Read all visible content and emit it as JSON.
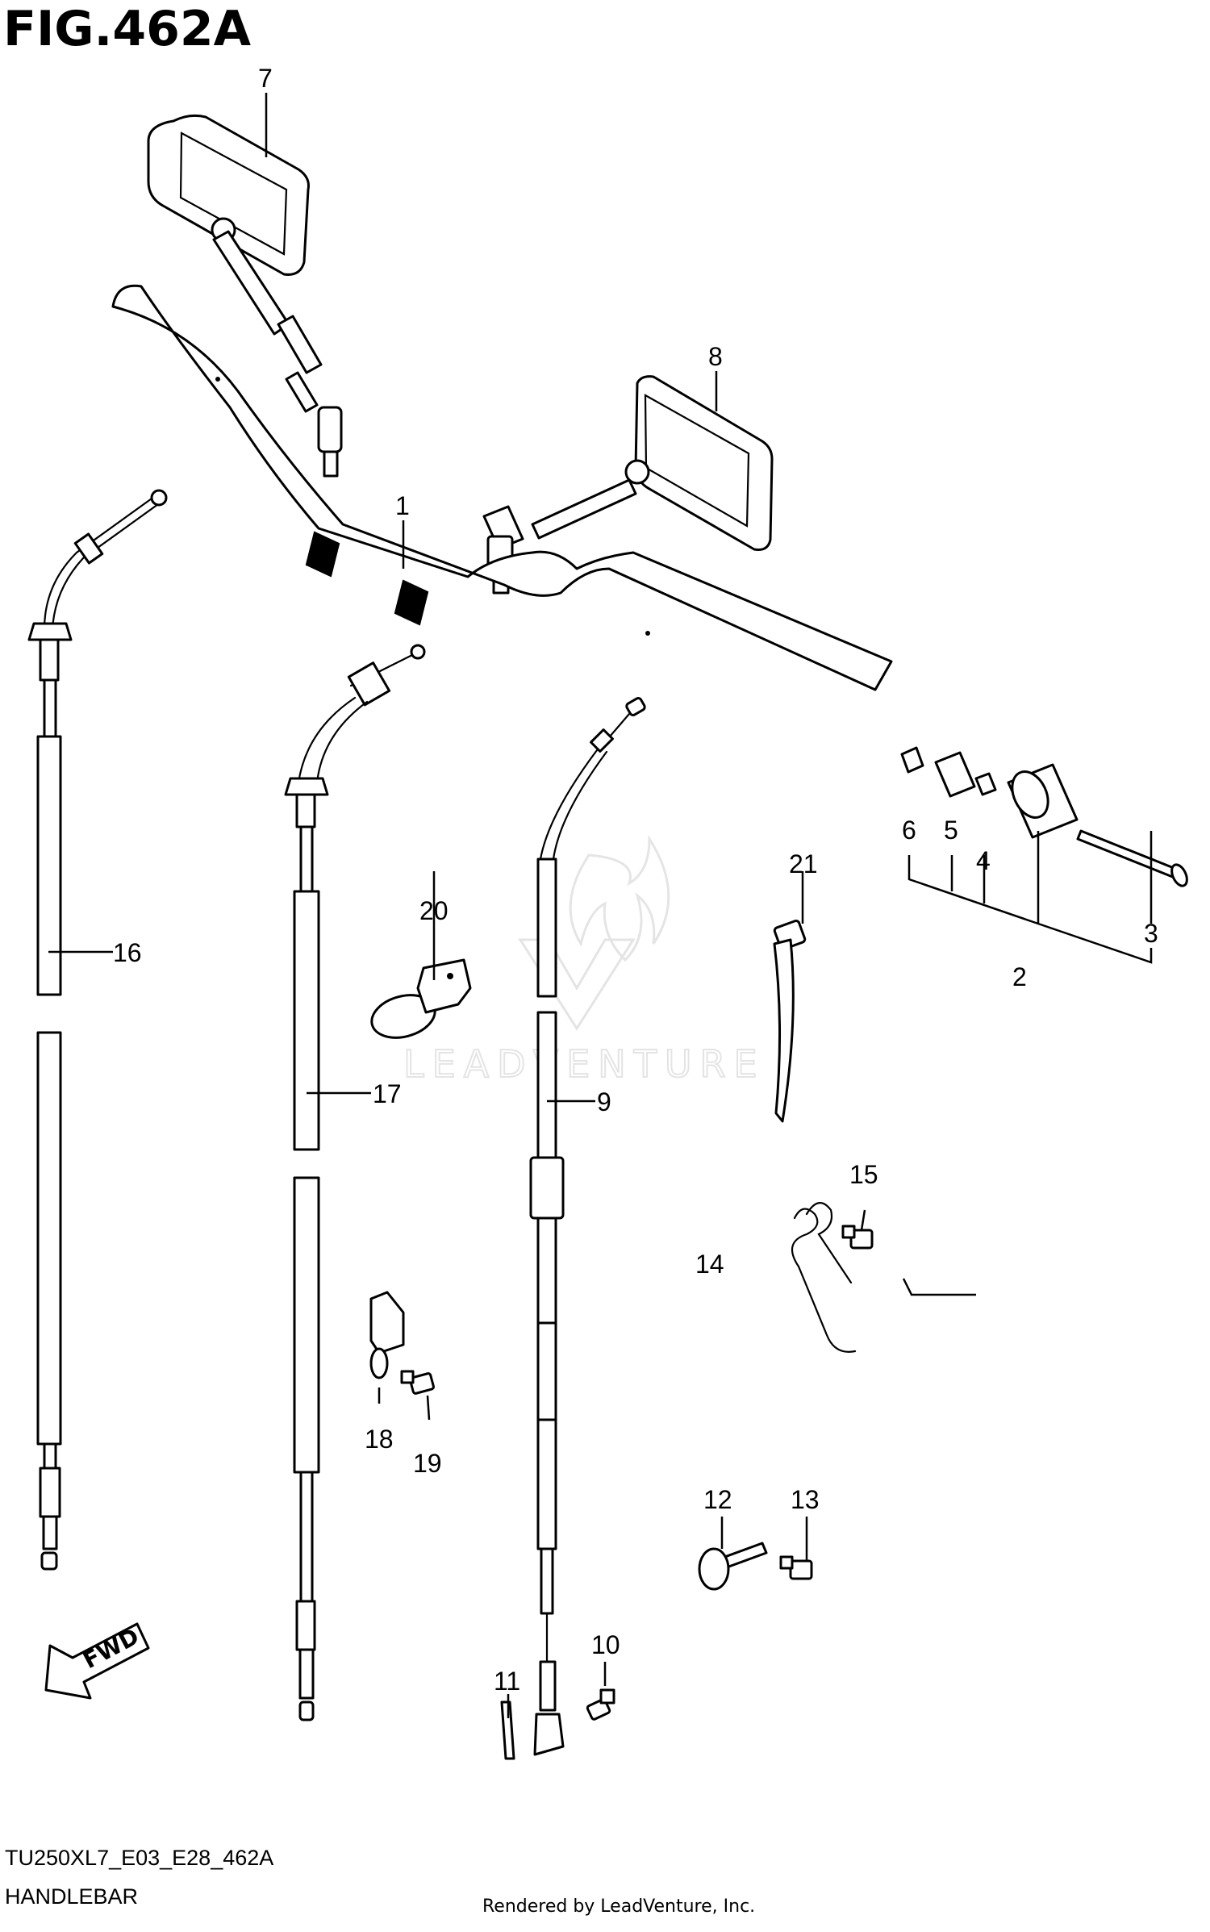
{
  "figure_title": "FIG.462A",
  "model_code": "TU250XL7_E03_E28_462A",
  "section_name": "HANDLEBAR",
  "rendered_by": "Rendered by LeadVenture, Inc.",
  "watermark": "LEADVENTURE",
  "fwd_label": "FWD",
  "callouts": {
    "c1": "1",
    "c2": "2",
    "c3": "3",
    "c4": "4",
    "c5": "5",
    "c6": "6",
    "c7": "7",
    "c8": "8",
    "c9": "9",
    "c10": "10",
    "c11": "11",
    "c12": "12",
    "c13": "13",
    "c14": "14",
    "c15": "15",
    "c16": "16",
    "c17": "17",
    "c18": "18",
    "c19": "19",
    "c20": "20",
    "c21": "21"
  }
}
